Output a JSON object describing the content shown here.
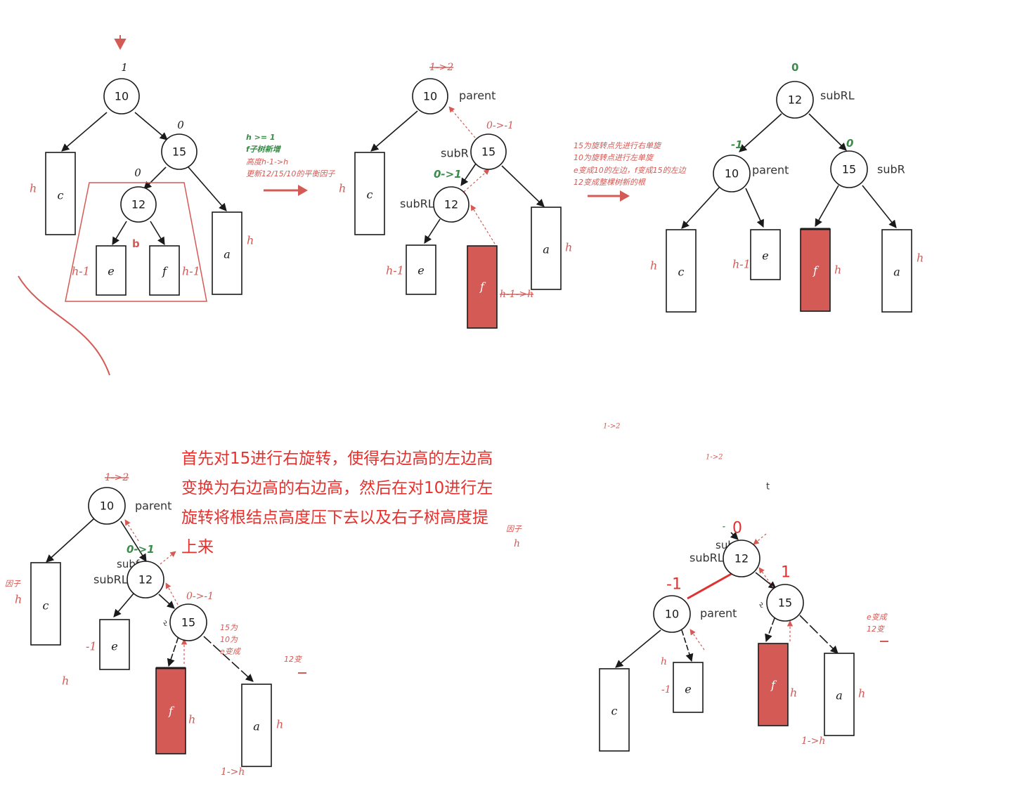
{
  "colors": {
    "red": "#d45a55",
    "green": "#3b8c4a",
    "caption_red": "#e8302c",
    "black": "#1a1a1a"
  },
  "panel1": {
    "root": {
      "key": "10",
      "bf": "1"
    },
    "n15": {
      "key": "15",
      "bf": "0"
    },
    "n12": {
      "key": "12",
      "bf": "0"
    },
    "c": "c",
    "a": "a",
    "e": "e",
    "f": "f",
    "b": "b",
    "h_c": "h",
    "h_a": "h",
    "h_e": "h-1",
    "h_f": "h-1"
  },
  "note1": {
    "line1": "h >= 1",
    "line2": "f子树新增",
    "line3": "高度h-1->h",
    "line4": "更新12/15/10的平衡因子"
  },
  "panel2": {
    "root": {
      "key": "10",
      "bf": "1->2",
      "role": "parent"
    },
    "n15": {
      "key": "15",
      "bf": "0->-1",
      "role": "subR"
    },
    "n12": {
      "key": "12",
      "bf": "0->1",
      "role": "subRL"
    },
    "c": "c",
    "a": "a",
    "e": "e",
    "f": "f",
    "h_c": "h",
    "h_a": "h",
    "h_e": "h-1",
    "h_f": "h-1->h"
  },
  "note2": {
    "line1": "15为旋转点先进行右单旋",
    "line2": "10为旋转点进行左单旋",
    "line3": "e变成10的左边，f变成15的左边",
    "line4": "12变成整棵树新的根"
  },
  "panel3": {
    "root": {
      "key": "12",
      "bf": "0",
      "role": "subRL"
    },
    "n10": {
      "key": "10",
      "bf": "-1",
      "role": "parent"
    },
    "n15": {
      "key": "15",
      "bf": "0",
      "role": "subR"
    },
    "c": "c",
    "e": "e",
    "f": "f",
    "a": "a",
    "h_c": "h",
    "h_e": "h-1",
    "h_f": "h",
    "h_a": "h"
  },
  "caption": {
    "line1": "首先对15进行右旋转，使得右边高的左边高",
    "line2": "变换为右边高的右边高，然后在对10进行左",
    "line3": "旋转将根结点高度压下去以及右子树高度提",
    "line4": "上来"
  },
  "panel4": {
    "root": {
      "key": "10",
      "bf": "1->2",
      "role": "parent"
    },
    "n12": {
      "key": "12",
      "bf": "0->1",
      "role": "subRL",
      "ghost": "subf"
    },
    "n15": {
      "key": "15",
      "bf": "0->-1"
    },
    "c": "c",
    "e": "e",
    "f": "f",
    "a": "a",
    "h_c": "h",
    "h_e": "-1",
    "h_f": "h",
    "h_a": "h",
    "h_bottom": "h",
    "h_a2": "1->h",
    "frag_left": "因子",
    "frag1": "15为",
    "frag2": "10为",
    "frag3": "e变成",
    "frag4": "12变"
  },
  "panel5": {
    "root": {
      "key": "12",
      "bf": "0",
      "role": "subRL",
      "ghost": "subf"
    },
    "n10": {
      "key": "10",
      "bf": "-1",
      "role": "parent"
    },
    "n15": {
      "key": "15",
      "bf": "1"
    },
    "c": "c",
    "e": "e",
    "f": "f",
    "a": "a",
    "h_e": "h",
    "h_e2": "-1",
    "h_f": "h",
    "h_a": "h",
    "h_bottom": "1->h",
    "frag_top1": "1->2",
    "frag_top2": "1->2",
    "frag_t": "t",
    "frag_zi": "因子",
    "frag_h": "h",
    "frag_r1": "e变成",
    "frag_r2": "12变",
    "frag_r": "ર"
  }
}
